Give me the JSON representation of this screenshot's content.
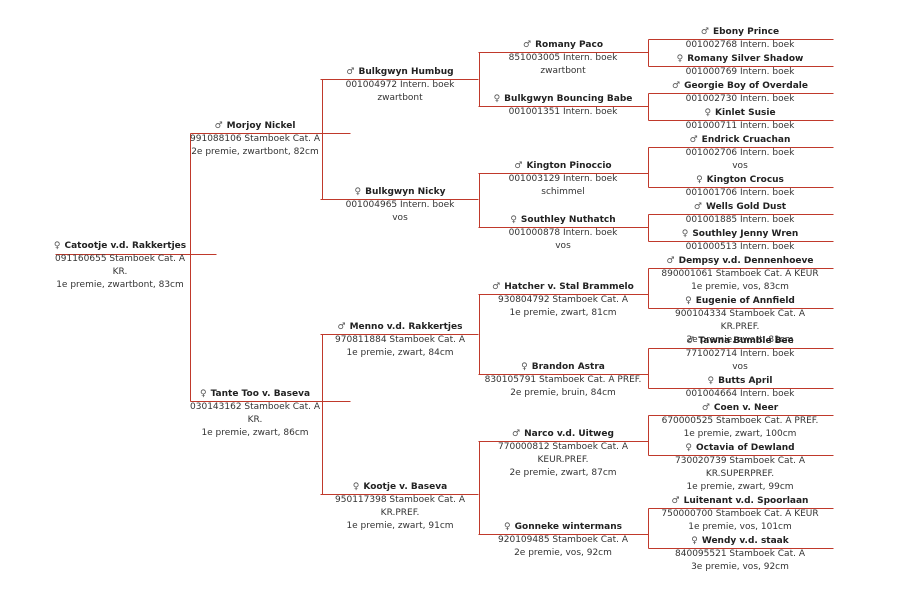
{
  "pedigree": [
    {
      "name": "Catootje v.d. Rakkertjes",
      "sex": "♀",
      "lines": [
        "091160655 Stamboek Cat. A",
        "KR.",
        "1e premie, zwartbont, 83cm"
      ]
    },
    {
      "name": "Morjoy Nickel",
      "sex": "♂",
      "lines": [
        "991088106 Stamboek Cat. A",
        "2e premie, zwartbont, 82cm"
      ]
    },
    {
      "name": "Tante Too v. Baseva",
      "sex": "♀",
      "lines": [
        "030143162 Stamboek Cat. A",
        "KR.",
        "1e premie, zwart, 86cm"
      ]
    },
    {
      "name": "Bulkgwyn Humbug",
      "sex": "♂",
      "lines": [
        "001004972 Intern. boek",
        "zwartbont"
      ]
    },
    {
      "name": "Bulkgwyn Nicky",
      "sex": "♀",
      "lines": [
        "001004965 Intern. boek",
        "vos"
      ]
    },
    {
      "name": "Menno v.d. Rakkertjes",
      "sex": "♂",
      "lines": [
        "970811884 Stamboek Cat. A",
        "1e premie, zwart, 84cm"
      ]
    },
    {
      "name": "Kootje v. Baseva",
      "sex": "♀",
      "lines": [
        "950117398 Stamboek Cat. A",
        "KR.PREF.",
        "1e premie, zwart, 91cm"
      ]
    },
    {
      "name": "Romany Paco",
      "sex": "♂",
      "lines": [
        "851003005 Intern. boek",
        "zwartbont"
      ]
    },
    {
      "name": "Bulkgwyn Bouncing Babe",
      "sex": "♀",
      "lines": [
        "001001351 Intern. boek"
      ]
    },
    {
      "name": "Kington Pinoccio",
      "sex": "♂",
      "lines": [
        "001003129 Intern. boek",
        "schimmel"
      ]
    },
    {
      "name": "Southley Nuthatch",
      "sex": "♀",
      "lines": [
        "001000878 Intern. boek",
        "vos"
      ]
    },
    {
      "name": "Hatcher v. Stal Brammelo",
      "sex": "♂",
      "lines": [
        "930804792 Stamboek Cat. A",
        "1e premie, zwart, 81cm"
      ]
    },
    {
      "name": "Brandon Astra",
      "sex": "♀",
      "lines": [
        "830105791 Stamboek Cat. A PREF.",
        "2e premie, bruin, 84cm"
      ]
    },
    {
      "name": "Narco v.d. Uitweg",
      "sex": "♂",
      "lines": [
        "770000812 Stamboek Cat. A",
        "KEUR.PREF.",
        "2e premie, zwart, 87cm"
      ]
    },
    {
      "name": "Gonneke wintermans",
      "sex": "♀",
      "lines": [
        "920109485 Stamboek Cat. A",
        "2e premie, vos, 92cm"
      ]
    },
    {
      "name": "Ebony Prince",
      "sex": "♂",
      "lines": [
        "001002768 Intern. boek"
      ]
    },
    {
      "name": "Romany Silver Shadow",
      "sex": "♀",
      "lines": [
        "001000769 Intern. boek"
      ]
    },
    {
      "name": "Georgie Boy of Overdale",
      "sex": "♂",
      "lines": [
        "001002730 Intern. boek"
      ]
    },
    {
      "name": "Kinlet Susie",
      "sex": "♀",
      "lines": [
        "001000711 Intern. boek"
      ]
    },
    {
      "name": "Endrick Cruachan",
      "sex": "♂",
      "lines": [
        "001002706 Intern. boek",
        "vos"
      ]
    },
    {
      "name": "Kington Crocus",
      "sex": "♀",
      "lines": [
        "001001706 Intern. boek"
      ]
    },
    {
      "name": "Wells Gold Dust",
      "sex": "♂",
      "lines": [
        "001001885 Intern. boek"
      ]
    },
    {
      "name": "Southley Jenny Wren",
      "sex": "♀",
      "lines": [
        "001000513 Intern. boek"
      ]
    },
    {
      "name": "Dempsy v.d. Dennenhoeve",
      "sex": "♂",
      "lines": [
        "890001061 Stamboek Cat. A KEUR",
        "1e premie, vos, 83cm"
      ]
    },
    {
      "name": "Eugenie of Annfield",
      "sex": "♀",
      "lines": [
        "900104334 Stamboek Cat. A KR.PREF.",
        "2e premie, zwart, 81cm"
      ]
    },
    {
      "name": "Tawna Bumble Bee",
      "sex": "♂",
      "lines": [
        "771002714 Intern. boek",
        "vos"
      ]
    },
    {
      "name": "Butts April",
      "sex": "♀",
      "lines": [
        "001004664 Intern. boek"
      ]
    },
    {
      "name": "Coen v. Neer",
      "sex": "♂",
      "lines": [
        "670000525 Stamboek Cat. A PREF.",
        "1e premie, zwart, 100cm"
      ]
    },
    {
      "name": "Octavia of Dewland",
      "sex": "♀",
      "lines": [
        "730020739 Stamboek Cat. A",
        "KR.SUPERPREF.",
        "1e premie, zwart, 99cm"
      ]
    },
    {
      "name": "Luitenant v.d. Spoorlaan",
      "sex": "♂",
      "lines": [
        "750000700 Stamboek Cat. A KEUR",
        "1e premie, vos, 101cm"
      ]
    },
    {
      "name": "Wendy v.d. staak",
      "sex": "♀",
      "lines": [
        "840095521 Stamboek Cat. A",
        "3e premie, vos, 92cm"
      ]
    }
  ],
  "colors": {
    "line": "#c0392b",
    "text": "#2b2b2b"
  }
}
